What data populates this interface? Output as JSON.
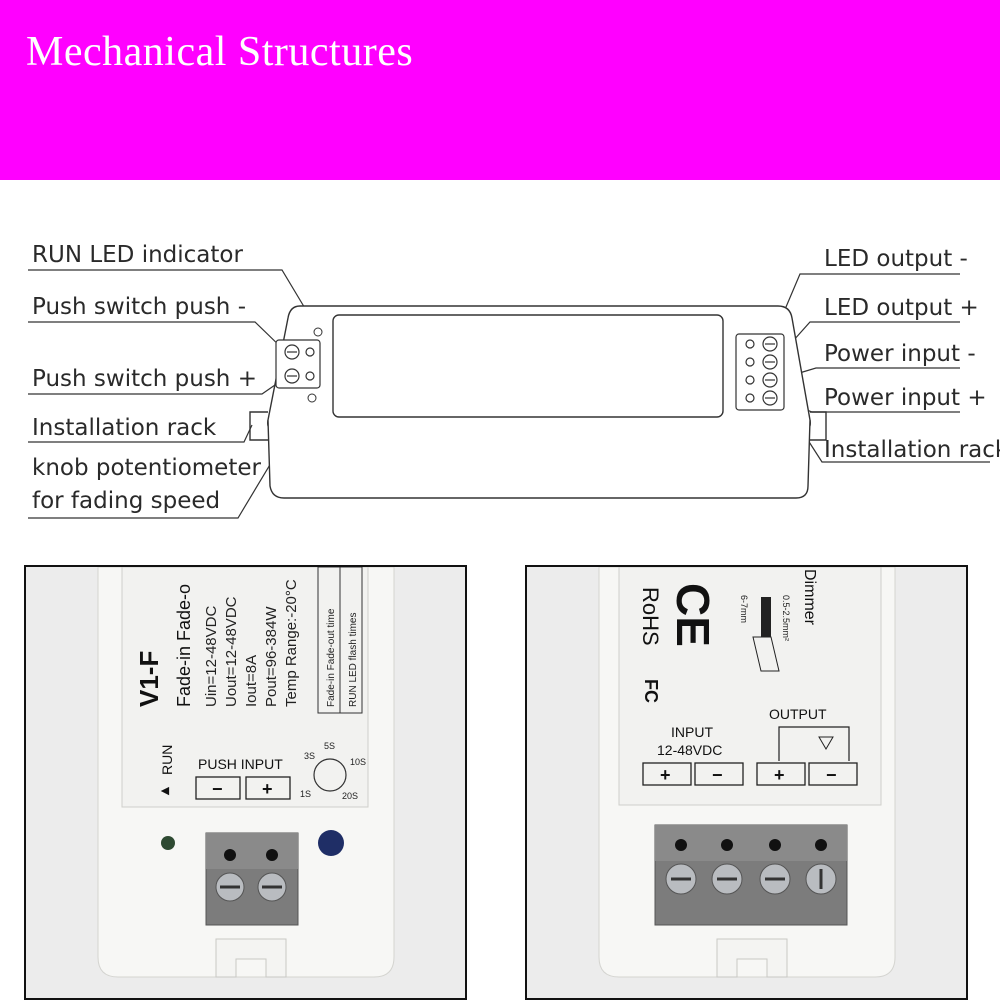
{
  "colors": {
    "banner": "#ff00ff",
    "text": "#2a2a2a",
    "line": "#333333"
  },
  "banner": {
    "title": "Mechanical Structures"
  },
  "callouts": {
    "run_led": "RUN LED indicator",
    "push_minus": "Push switch push -",
    "push_plus": "Push switch push +",
    "rack_left": "Installation rack",
    "knob_line1": "knob potentiometer",
    "knob_line2": "for fading speed",
    "led_out_minus": "LED output -",
    "led_out_plus": "LED output +",
    "power_minus": "Power input -",
    "power_plus": "Power input +",
    "rack_right": "Installation rack"
  },
  "left_photo": {
    "model": "V1-F",
    "title": "Fade-in Fade-o",
    "specs": [
      "Uin=12-48VDC",
      "Uout=12-48VDC",
      "Iout=8A",
      "Pout=96-384W",
      "Temp Range:-20°C"
    ],
    "table": [
      "Fade-in Fade-out time",
      "RUN LED flash times"
    ],
    "run": "RUN",
    "push_input": "PUSH INPUT",
    "minus": "−",
    "plus": "+",
    "knob": [
      "1S",
      "3S",
      "5S",
      "10S",
      "20S"
    ]
  },
  "right_photo": {
    "dimmer": "Dimmer",
    "wire_len": "6-7mm",
    "wire_size": "0.5-2.5mm²",
    "rohs": "RoHS",
    "fc": "FC",
    "ce": "CE",
    "input_label": "INPUT",
    "input_voltage": "12-48VDC",
    "output_label": "OUTPUT",
    "terminals": [
      "+",
      "−",
      "+",
      "−"
    ]
  }
}
